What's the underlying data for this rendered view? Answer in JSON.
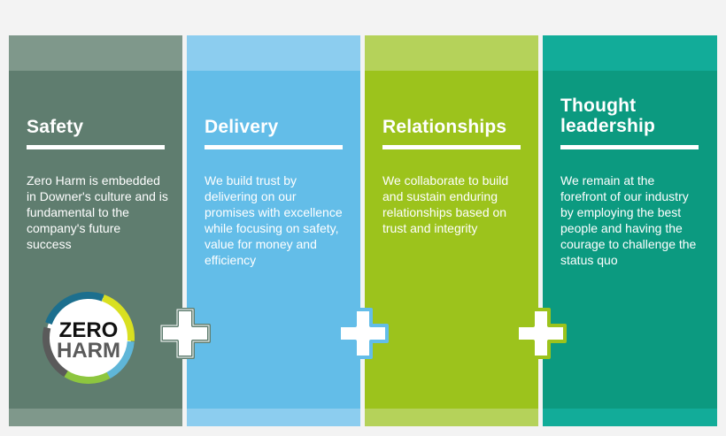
{
  "panels": [
    {
      "title": "Safety",
      "text": "Zero Harm is embedded in Downer's culture and is fundamental to the company's future success",
      "color": "#5f7d6f",
      "band_color": "#7f988b"
    },
    {
      "title": "Delivery",
      "text": "We build trust by delivering on our promises with excellence while focusing on safety, value for money and efficiency",
      "color": "#63bde8",
      "band_color": "#8ccdef"
    },
    {
      "title": "Relationships",
      "text": "We collaborate to build and sustain enduring relationships based on trust and integrity",
      "color": "#9cc31c",
      "band_color": "#b5d25a"
    },
    {
      "title": "Thought leadership",
      "text": "We remain at the forefront of our industry by employing the best people and having the courage to challenge the status quo",
      "color": "#0c9a80",
      "band_color": "#12ac99"
    }
  ],
  "logo": {
    "line1": "ZERO",
    "line2": "HARM",
    "ring_colors": [
      "#1c6f8e",
      "#d9e021",
      "#5fb6d8",
      "#8dc63f",
      "#5a5a5a"
    ]
  },
  "icons": [
    "plus-icon",
    "plus-icon",
    "plus-icon"
  ]
}
